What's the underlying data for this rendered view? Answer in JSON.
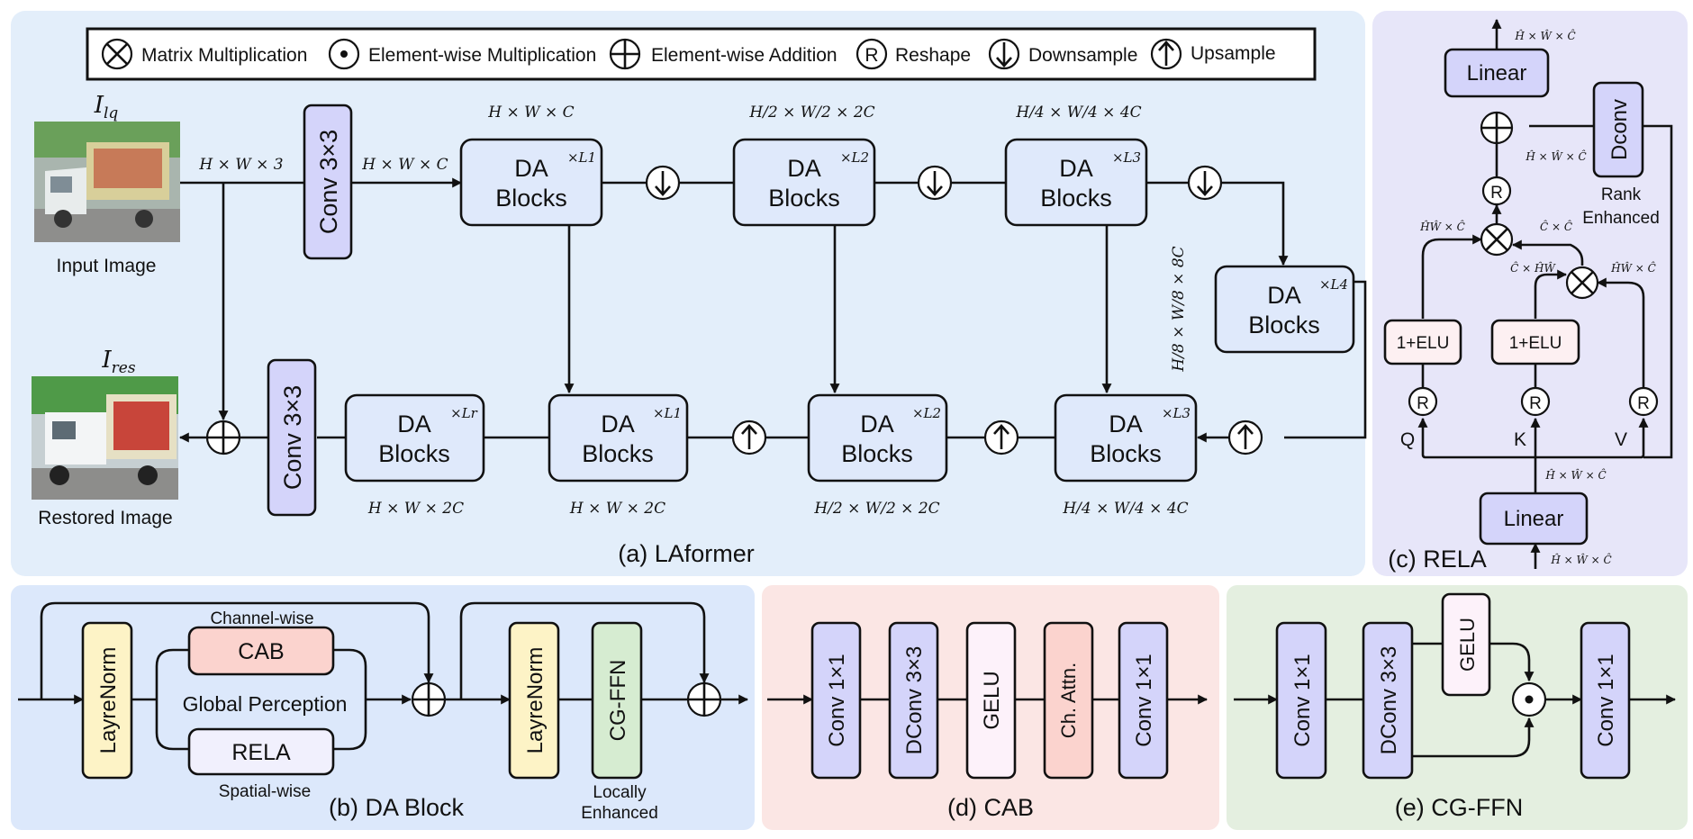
{
  "panels": {
    "a": "(a) LAformer",
    "b": "(b) DA Block",
    "c": "(c) RELA",
    "d": "(d) CAB",
    "e": "(e) CG-FFN"
  },
  "legend": {
    "matmul": "Matrix Multiplication",
    "elemmul": "Element-wise Multiplication",
    "elemadd": "Element-wise Addition",
    "reshape_glyph": "R",
    "reshape": "Reshape",
    "down": "Downsample",
    "up": "Upsample"
  },
  "laformer": {
    "input_symbol": "I",
    "input_sub": "lq",
    "input_label": "Input Image",
    "output_symbol": "I",
    "output_sub": "res",
    "output_label": "Restored Image",
    "conv_in": "Conv 3×3",
    "conv_out": "Conv 3×3",
    "da_line1": "DA",
    "da_line2": "Blocks",
    "mult": {
      "enc1": "×L1",
      "enc2": "×L2",
      "enc3": "×L3",
      "bottleneck": "×L4",
      "dec3": "×L3",
      "dec2": "×L2",
      "dec1": "×L1",
      "refine": "×Lr"
    },
    "dims": {
      "input": "H × W × 3",
      "after_conv": "H × W × C",
      "enc1": "H × W × C",
      "enc2": "H/2 × W/2 × 2C",
      "enc3": "H/4 × W/4 × 4C",
      "bottleneck": "H/8 × W/8 × 8C",
      "dec3": "H/4 × W/4 × 4C",
      "dec2": "H/2 × W/2 × 2C",
      "dec1": "H × W × 2C",
      "refine": "H × W × 2C"
    }
  },
  "da_block": {
    "layernorm1": "LayreNorm",
    "layernorm2": "LayreNorm",
    "cab": "CAB",
    "rela": "RELA",
    "ffn": "CG-FFN",
    "channel_wise": "Channel-wise",
    "spatial_wise": "Spatial-wise",
    "global": "Global Perception",
    "locally1": "Locally",
    "locally2": "Enhanced"
  },
  "rela": {
    "linear_top": "Linear",
    "linear_bottom": "Linear",
    "dconv": "Dconv",
    "rank1": "Rank",
    "rank2": "Enhanced",
    "elu_q": "1+ELU",
    "elu_k": "1+ELU",
    "q": "Q",
    "k": "K",
    "v": "V",
    "dim_out": "Ĥ × Ŵ × Ĉ",
    "dim_add": "Ĥ × Ŵ × Ĉ",
    "dim_in": "Ĥ × Ŵ × Ĉ",
    "dim_mid": "Ĥ × Ŵ × Ĉ",
    "dim_q": "ĤŴ × Ĉ",
    "dim_cc": "Ĉ × Ĉ",
    "dim_kt": "Ĉ × ĤŴ",
    "dim_v": "ĤŴ × Ĉ"
  },
  "cab": {
    "conv1": "Conv 1×1",
    "dconv": "DConv 3×3",
    "gelu": "GELU",
    "attn": "Ch. Attn.",
    "conv2": "Conv 1×1"
  },
  "cgffn": {
    "conv1": "Conv 1×1",
    "dconv": "DConv 3×3",
    "gelu": "GELU",
    "conv2": "Conv 1×1"
  },
  "colors": {
    "panel_a": "#e3eefa",
    "panel_b": "#dce8fb",
    "panel_c": "#e7e6f9",
    "panel_d": "#fbe6e4",
    "panel_e": "#e4efe0",
    "block": "#dfe9fb",
    "conv": "#d4d4fa",
    "layernorm": "#fdf3c6",
    "cab": "#fbd3ce",
    "rela_box": "#f1f0fd",
    "ffn": "#d6ecd1",
    "gelu": "#fdf2fa",
    "elu": "#fdf0f2"
  }
}
